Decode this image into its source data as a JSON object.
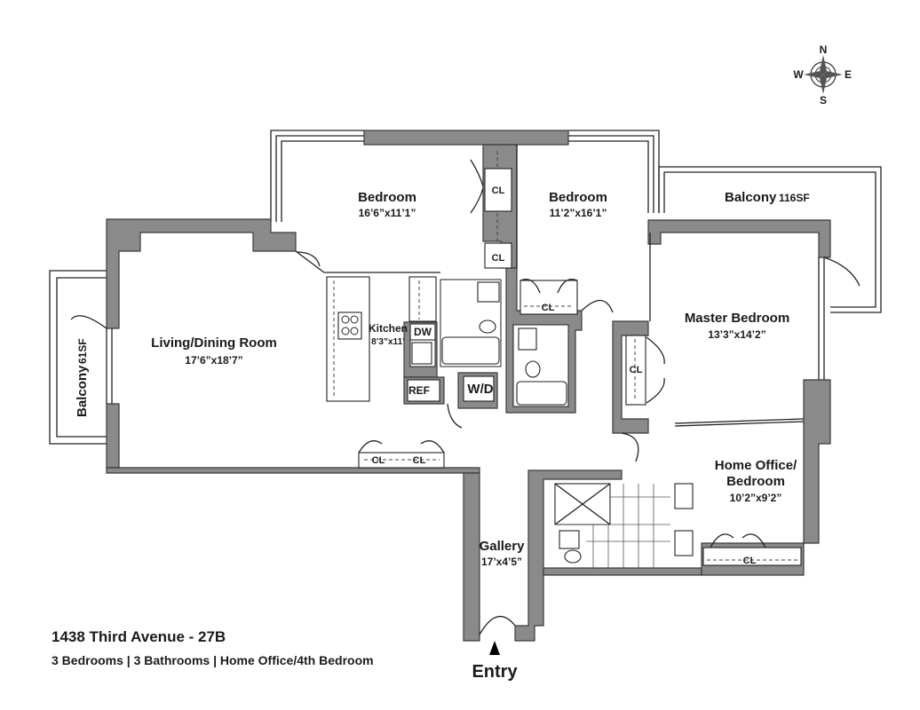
{
  "compass": {
    "n": "N",
    "s": "S",
    "e": "E",
    "w": "W"
  },
  "rooms": {
    "bedroom1": {
      "name": "Bedroom",
      "dim": "16’6”x11’1”"
    },
    "bedroom2": {
      "name": "Bedroom",
      "dim": "11’2”x16’1”"
    },
    "balcony_east": {
      "name": "Balcony",
      "area": "116SF"
    },
    "living": {
      "name": "Living/Dining  Room",
      "dim": "17’6”x18’7”"
    },
    "kitchen": {
      "name": "Kitchen",
      "dim": "8’3”x11’"
    },
    "master": {
      "name": "Master Bedroom",
      "dim": "13’3”x14’2”"
    },
    "office": {
      "name_line1": "Home Office/",
      "name_line2": "Bedroom",
      "dim": "10’2”x9’2”"
    },
    "gallery": {
      "name": "Gallery",
      "dim": "17’x4’5”"
    },
    "balcony_west": {
      "name": "Balcony",
      "area": "61SF"
    }
  },
  "fixtures": {
    "dw": "DW",
    "ref": "REF",
    "wd": "W/D",
    "closet": "CL"
  },
  "entry": "Entry",
  "footer": {
    "address": "1438 Third Avenue - 27B",
    "summary": "3 Bedrooms | 3 Bathrooms | Home Office/4th Bedroom"
  }
}
